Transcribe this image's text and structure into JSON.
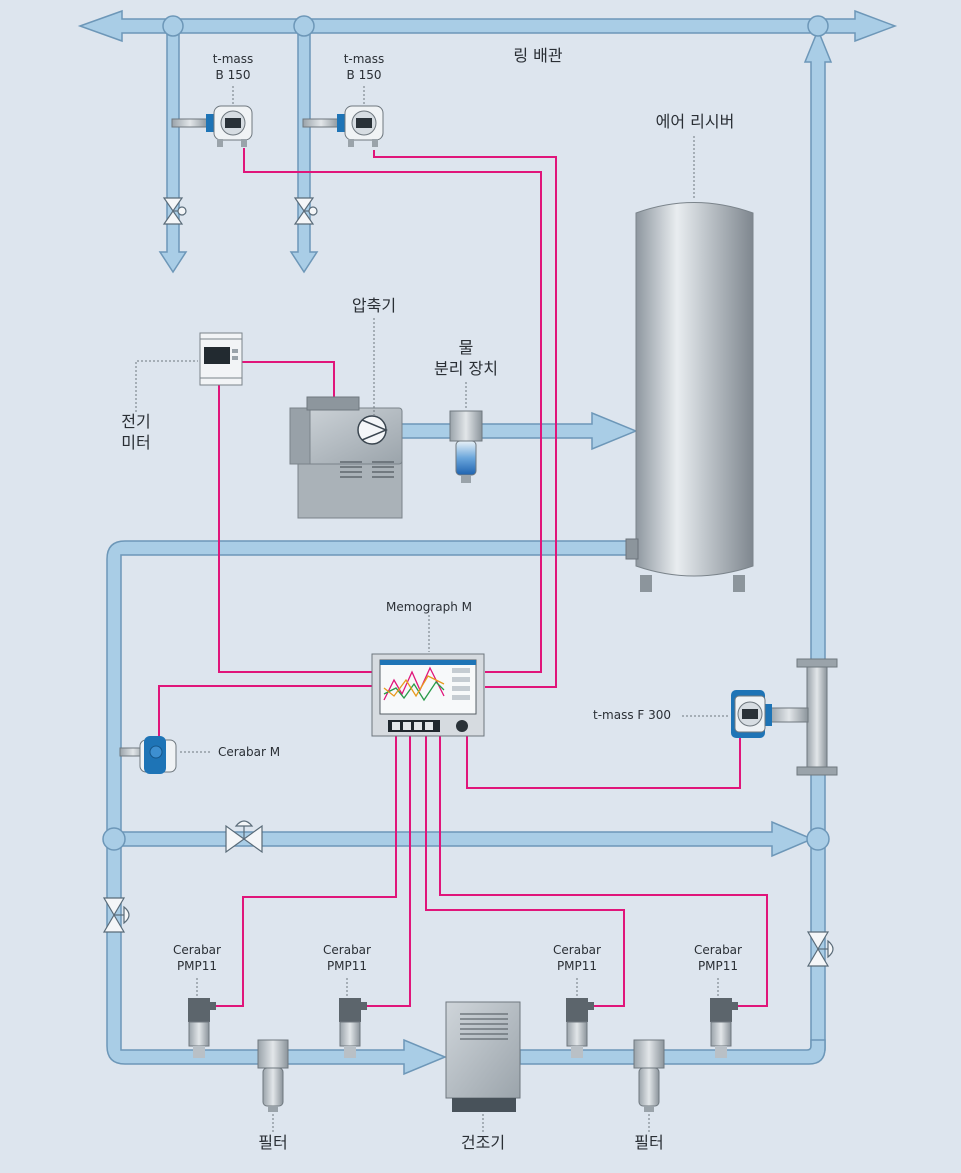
{
  "labels": {
    "ring_pipe": "링 배관",
    "air_receiver": "에어 리시버",
    "tmass_b150_1": "t-mass\nB 150",
    "tmass_b150_2": "t-mass\nB 150",
    "compressor": "압축기",
    "water_separator": "물\n분리 장치",
    "energy_meter": "전기\n미터",
    "memograph": "Memograph M",
    "tmass_f300": "t-mass F 300",
    "cerabar_m": "Cerabar M",
    "cerabar_pmp11_1": "Cerabar\nPMP11",
    "cerabar_pmp11_2": "Cerabar\nPMP11",
    "cerabar_pmp11_3": "Cerabar\nPMP11",
    "cerabar_pmp11_4": "Cerabar\nPMP11",
    "filter_left": "필터",
    "dryer": "건조기",
    "filter_right": "필터"
  },
  "colors": {
    "background": "#dde5ee",
    "pipe_fill": "#a9cde6",
    "pipe_stroke": "#6d97b8",
    "signal_line": "#e0157a",
    "device_blue": "#1e74b6",
    "text": "#2a2f35"
  }
}
